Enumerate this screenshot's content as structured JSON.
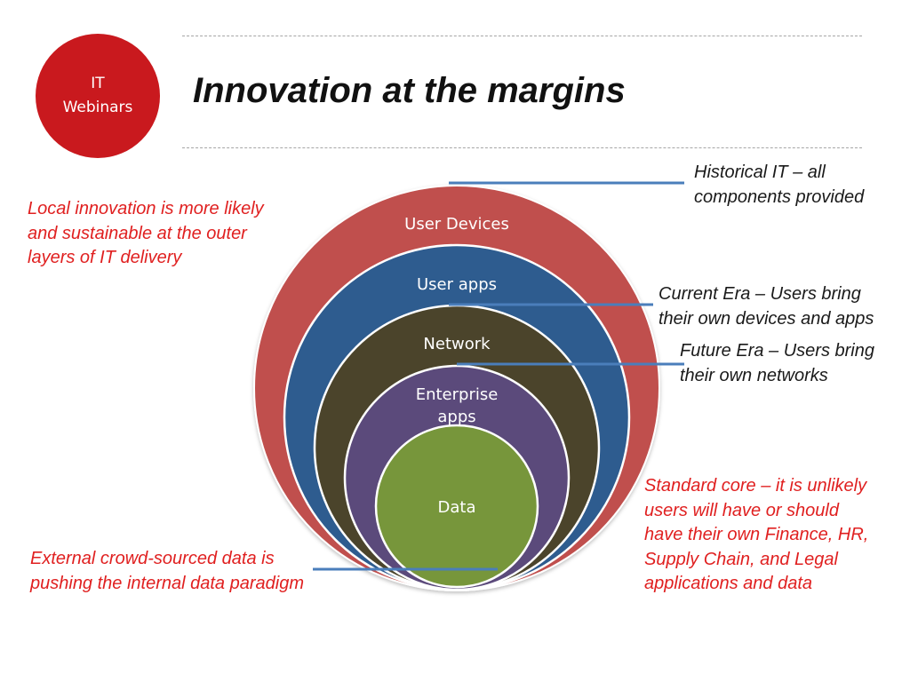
{
  "logo": {
    "line1": "IT",
    "line2": "Webinars"
  },
  "title": "Innovation at the margins",
  "layers": [
    {
      "label": "User Devices",
      "color": "#c0504d"
    },
    {
      "label": "User apps",
      "color": "#2e5c8f"
    },
    {
      "label": "Network",
      "color": "#4b442b"
    },
    {
      "label": "Enterprise",
      "label2": "apps",
      "color": "#5b4a7b"
    },
    {
      "label": "Data",
      "color": "#77963b"
    }
  ],
  "callouts": {
    "historical": {
      "line1": "Historical IT – all",
      "line2": "components provided"
    },
    "current": {
      "line1": "Current Era – Users bring",
      "line2": "their own devices and apps"
    },
    "future": {
      "line1": "Future Era – Users bring",
      "line2": "their own networks"
    },
    "standard_core": {
      "line1": "Standard core – it is unlikely",
      "line2": "users will have or should",
      "line3": "have their own Finance, HR,",
      "line4": "Supply Chain, and Legal",
      "line5": "applications and data"
    },
    "local": {
      "line1": "Local innovation is more likely",
      "line2": "and sustainable at the outer",
      "line3": "layers of IT delivery"
    },
    "external": {
      "line1": "External crowd-sourced data is",
      "line2": "pushing the internal data paradigm"
    }
  },
  "colors": {
    "accent_red": "#e02020",
    "leader_line": "#4a7ebb",
    "logo": "#c9191e"
  }
}
